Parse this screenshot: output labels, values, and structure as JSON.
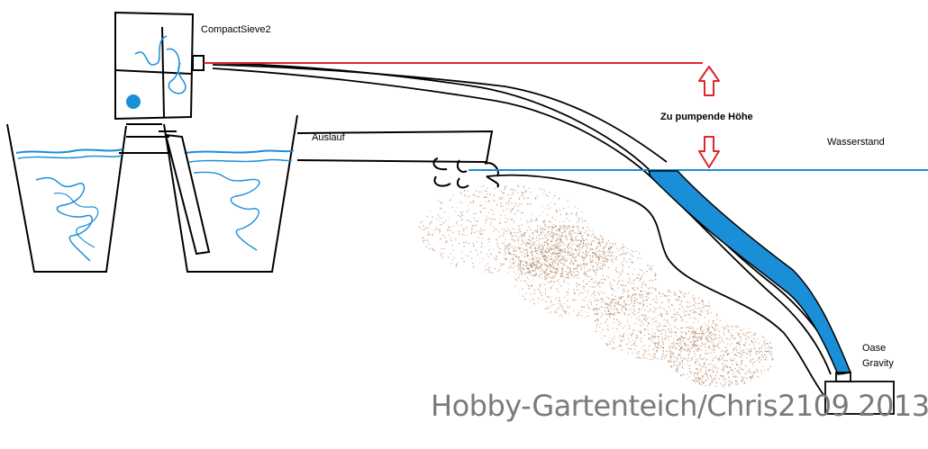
{
  "labels": {
    "sieve": "CompactSieve2",
    "outlet": "Auslauf",
    "pump_height": "Zu pumpende Höhe",
    "water_level": "Wasserstand",
    "pump_line1": "Oase",
    "pump_line2": "Gravity"
  },
  "watermark": "Hobby-Gartenteich/Chris2109 2013",
  "colors": {
    "water": "#1a8fd8",
    "height_marker": "#e0262b",
    "sediment": "#b07a55",
    "outline": "#000000",
    "watermark": "#7a7a7a"
  },
  "icons": [
    "arrow-up-icon",
    "arrow-down-icon"
  ]
}
